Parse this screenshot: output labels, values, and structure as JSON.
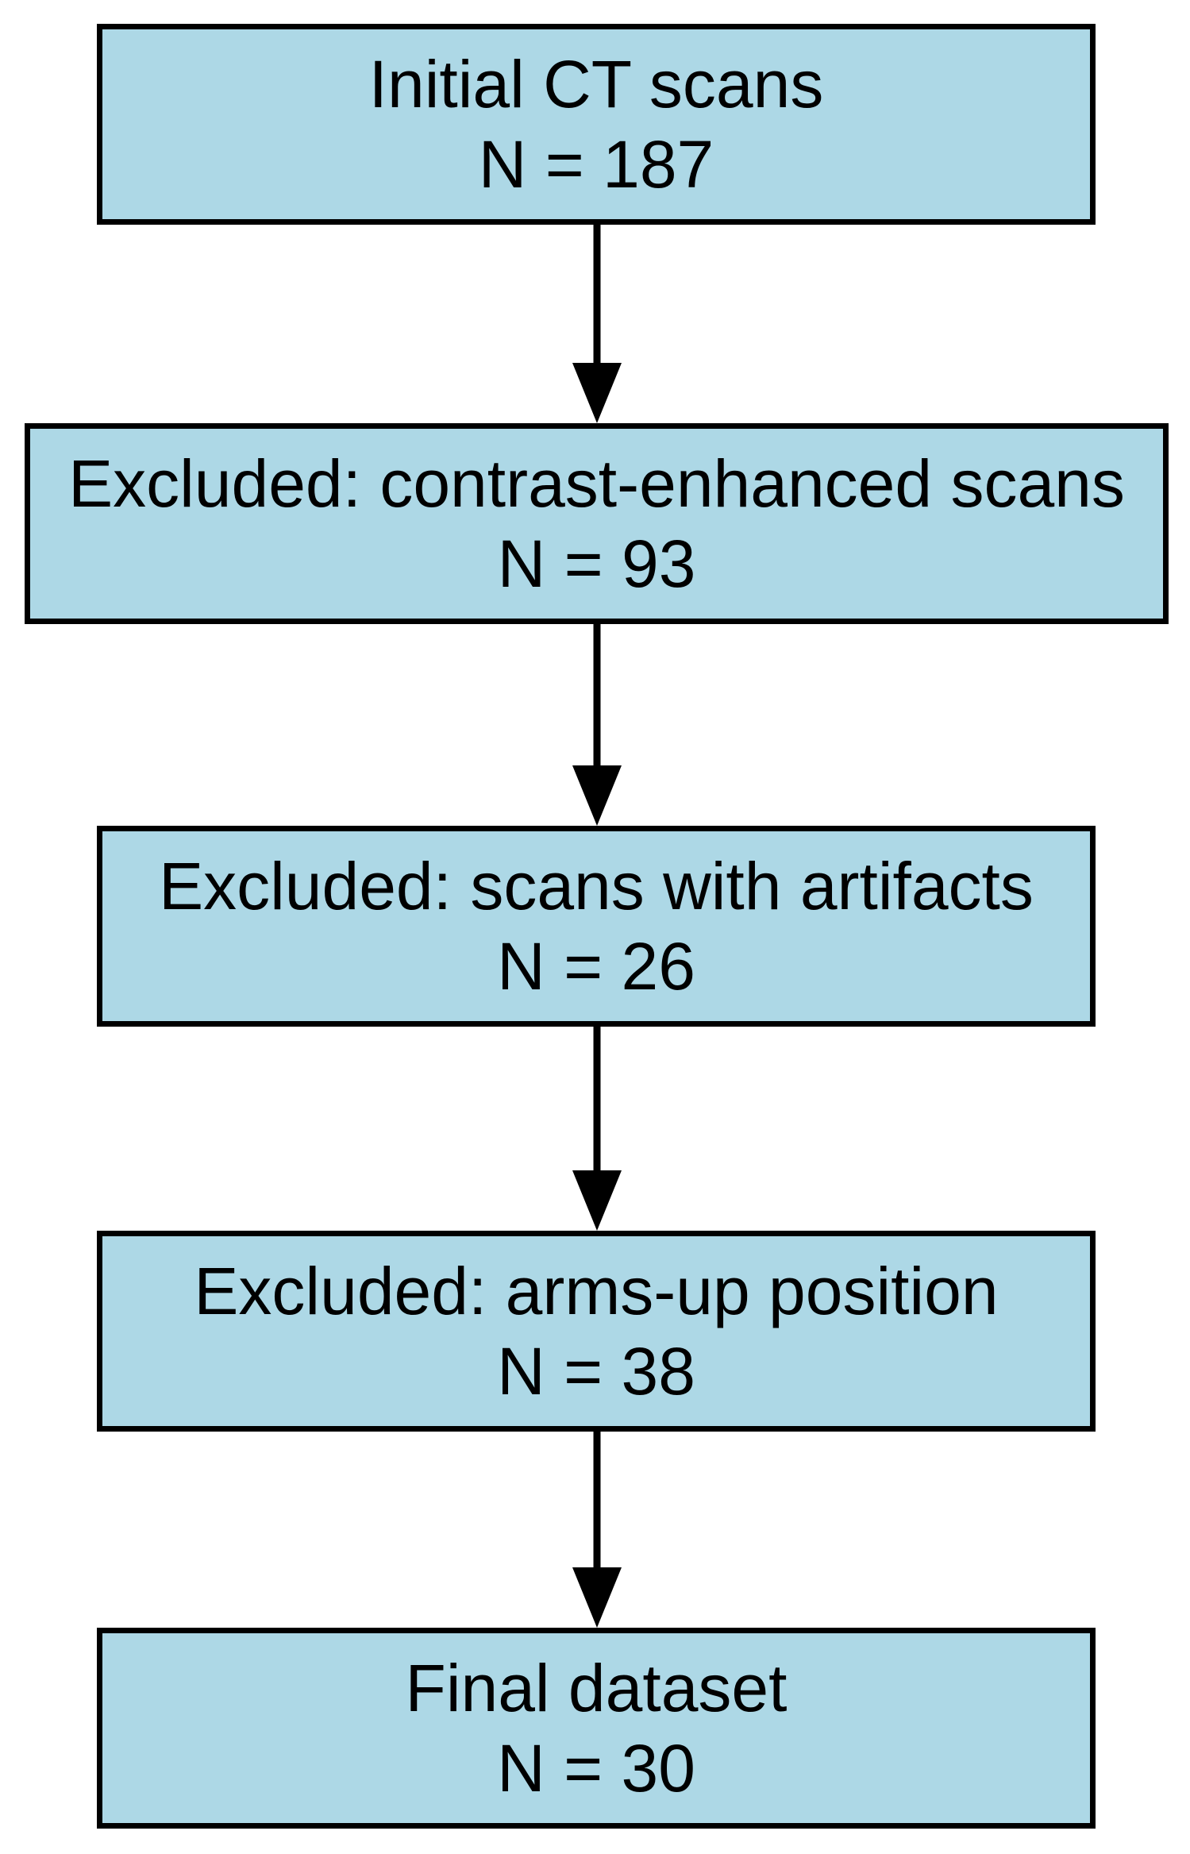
{
  "diagram": {
    "type": "flowchart",
    "direction": "top-down",
    "nodes": [
      {
        "id": "initial",
        "label": "Initial CT scans",
        "count_label": "N = 187"
      },
      {
        "id": "excluded-contrast",
        "label": "Excluded: contrast-enhanced scans",
        "count_label": "N = 93"
      },
      {
        "id": "excluded-artifacts",
        "label": "Excluded: scans with artifacts",
        "count_label": "N = 26"
      },
      {
        "id": "excluded-arms-up",
        "label": "Excluded: arms-up position",
        "count_label": "N = 38"
      },
      {
        "id": "final",
        "label": "Final dataset",
        "count_label": "N = 30"
      }
    ],
    "edges": [
      {
        "from": "initial",
        "to": "excluded-contrast"
      },
      {
        "from": "excluded-contrast",
        "to": "excluded-artifacts"
      },
      {
        "from": "excluded-artifacts",
        "to": "excluded-arms-up"
      },
      {
        "from": "excluded-arms-up",
        "to": "final"
      }
    ]
  },
  "style": {
    "node_fill": "#ADD8E6",
    "node_border": "#000000",
    "text_color": "#000000",
    "arrow_color": "#000000",
    "background": "#FFFFFF"
  }
}
